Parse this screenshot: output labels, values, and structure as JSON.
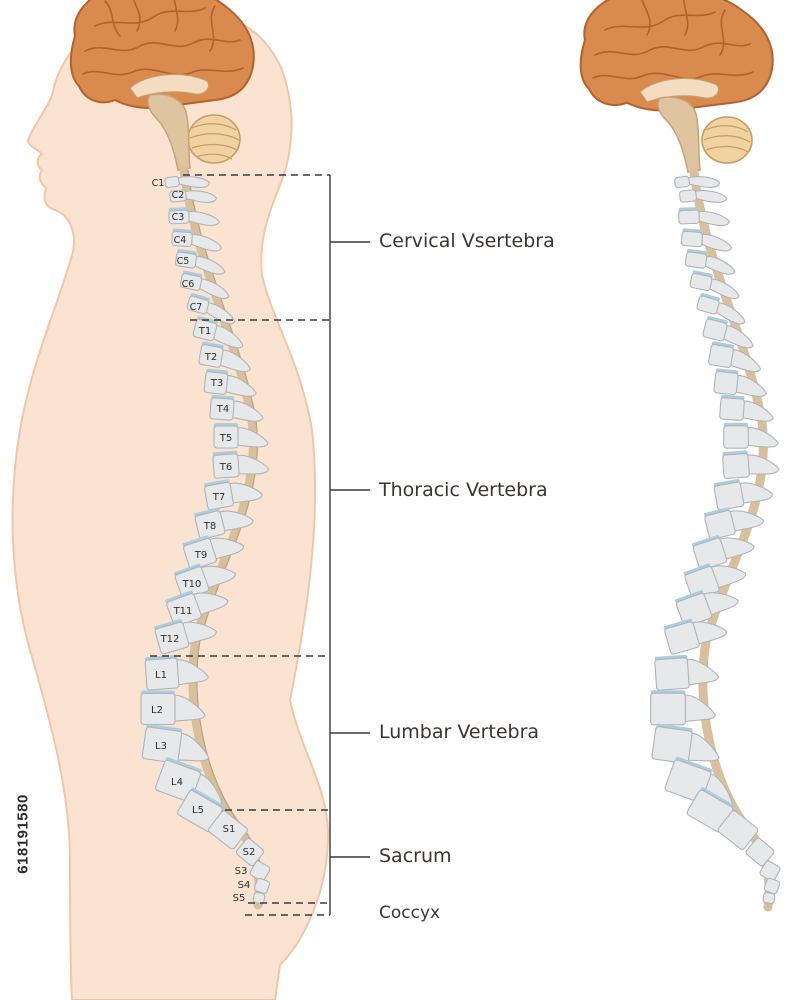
{
  "diagram": {
    "vertebra_labels": [
      "C1",
      "C2",
      "C3",
      "C4",
      "C5",
      "C6",
      "C7",
      "T1",
      "T2",
      "T3",
      "T4",
      "T5",
      "T6",
      "T7",
      "T8",
      "T9",
      "T10",
      "T11",
      "T12",
      "L1",
      "L2",
      "L3",
      "L4",
      "L5",
      "S1",
      "S2",
      "S3",
      "S4",
      "S5"
    ],
    "regions": {
      "cervical": "Cervical Vsertebra",
      "thoracic": "Thoracic Vertebra",
      "lumbar": "Lumbar Vertebra",
      "sacrum": "Sacrum",
      "coccyx": "Coccyx"
    }
  },
  "watermark": {
    "stock_id": "618191580"
  },
  "colors": {
    "skin": "#fbe3d1",
    "skin_outline": "#f1c6a8",
    "brain": "#d98a4e",
    "brain_stroke": "#b4612c",
    "cerebellum": "#f1d2a2",
    "spinal_cord": "#d9c09c",
    "vertebra": "#e6e8ea",
    "vertebra_stroke": "#b1b4b7",
    "disc": "#a9cde3",
    "label_text": "#3d3330",
    "bracket": "#3a3a3a"
  }
}
